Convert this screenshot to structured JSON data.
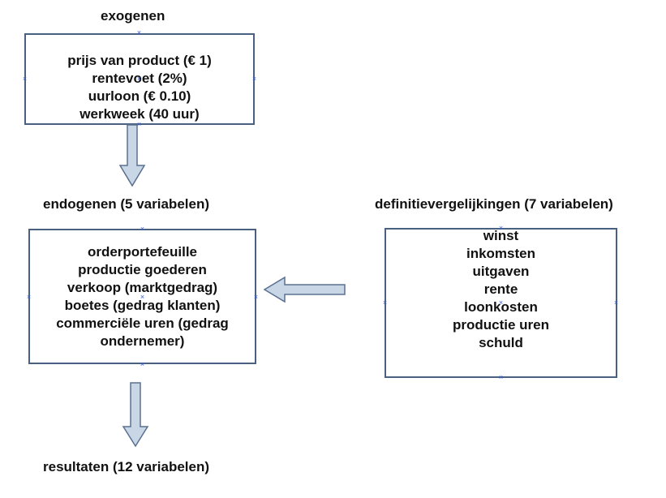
{
  "exogenous": {
    "title": "exogenen",
    "items": [
      "prijs van product (€ 1)",
      "rentevoet (2%)",
      "uurloon (€ 0.10)",
      "werkweek (40 uur)"
    ]
  },
  "endogenous": {
    "title": "endogenen (5 variabelen)",
    "items": [
      "orderportefeuille",
      "productie goederen",
      "verkoop (marktgedrag)",
      "boetes (gedrag klanten)",
      "commerciële uren (gedrag",
      "ondernemer)"
    ]
  },
  "definitions": {
    "title": "definitievergelijkingen (7 variabelen)",
    "items": [
      "winst",
      "inkomsten",
      "uitgaven",
      "rente",
      "loonkosten",
      "productie uren",
      "schuld"
    ]
  },
  "results": {
    "title": "resultaten (12 variabelen)"
  },
  "colors": {
    "box_border": "#4a6080",
    "arrow_fill": "#c9d6e6",
    "arrow_stroke": "#5a7090",
    "handle": "#3a5fcd"
  }
}
